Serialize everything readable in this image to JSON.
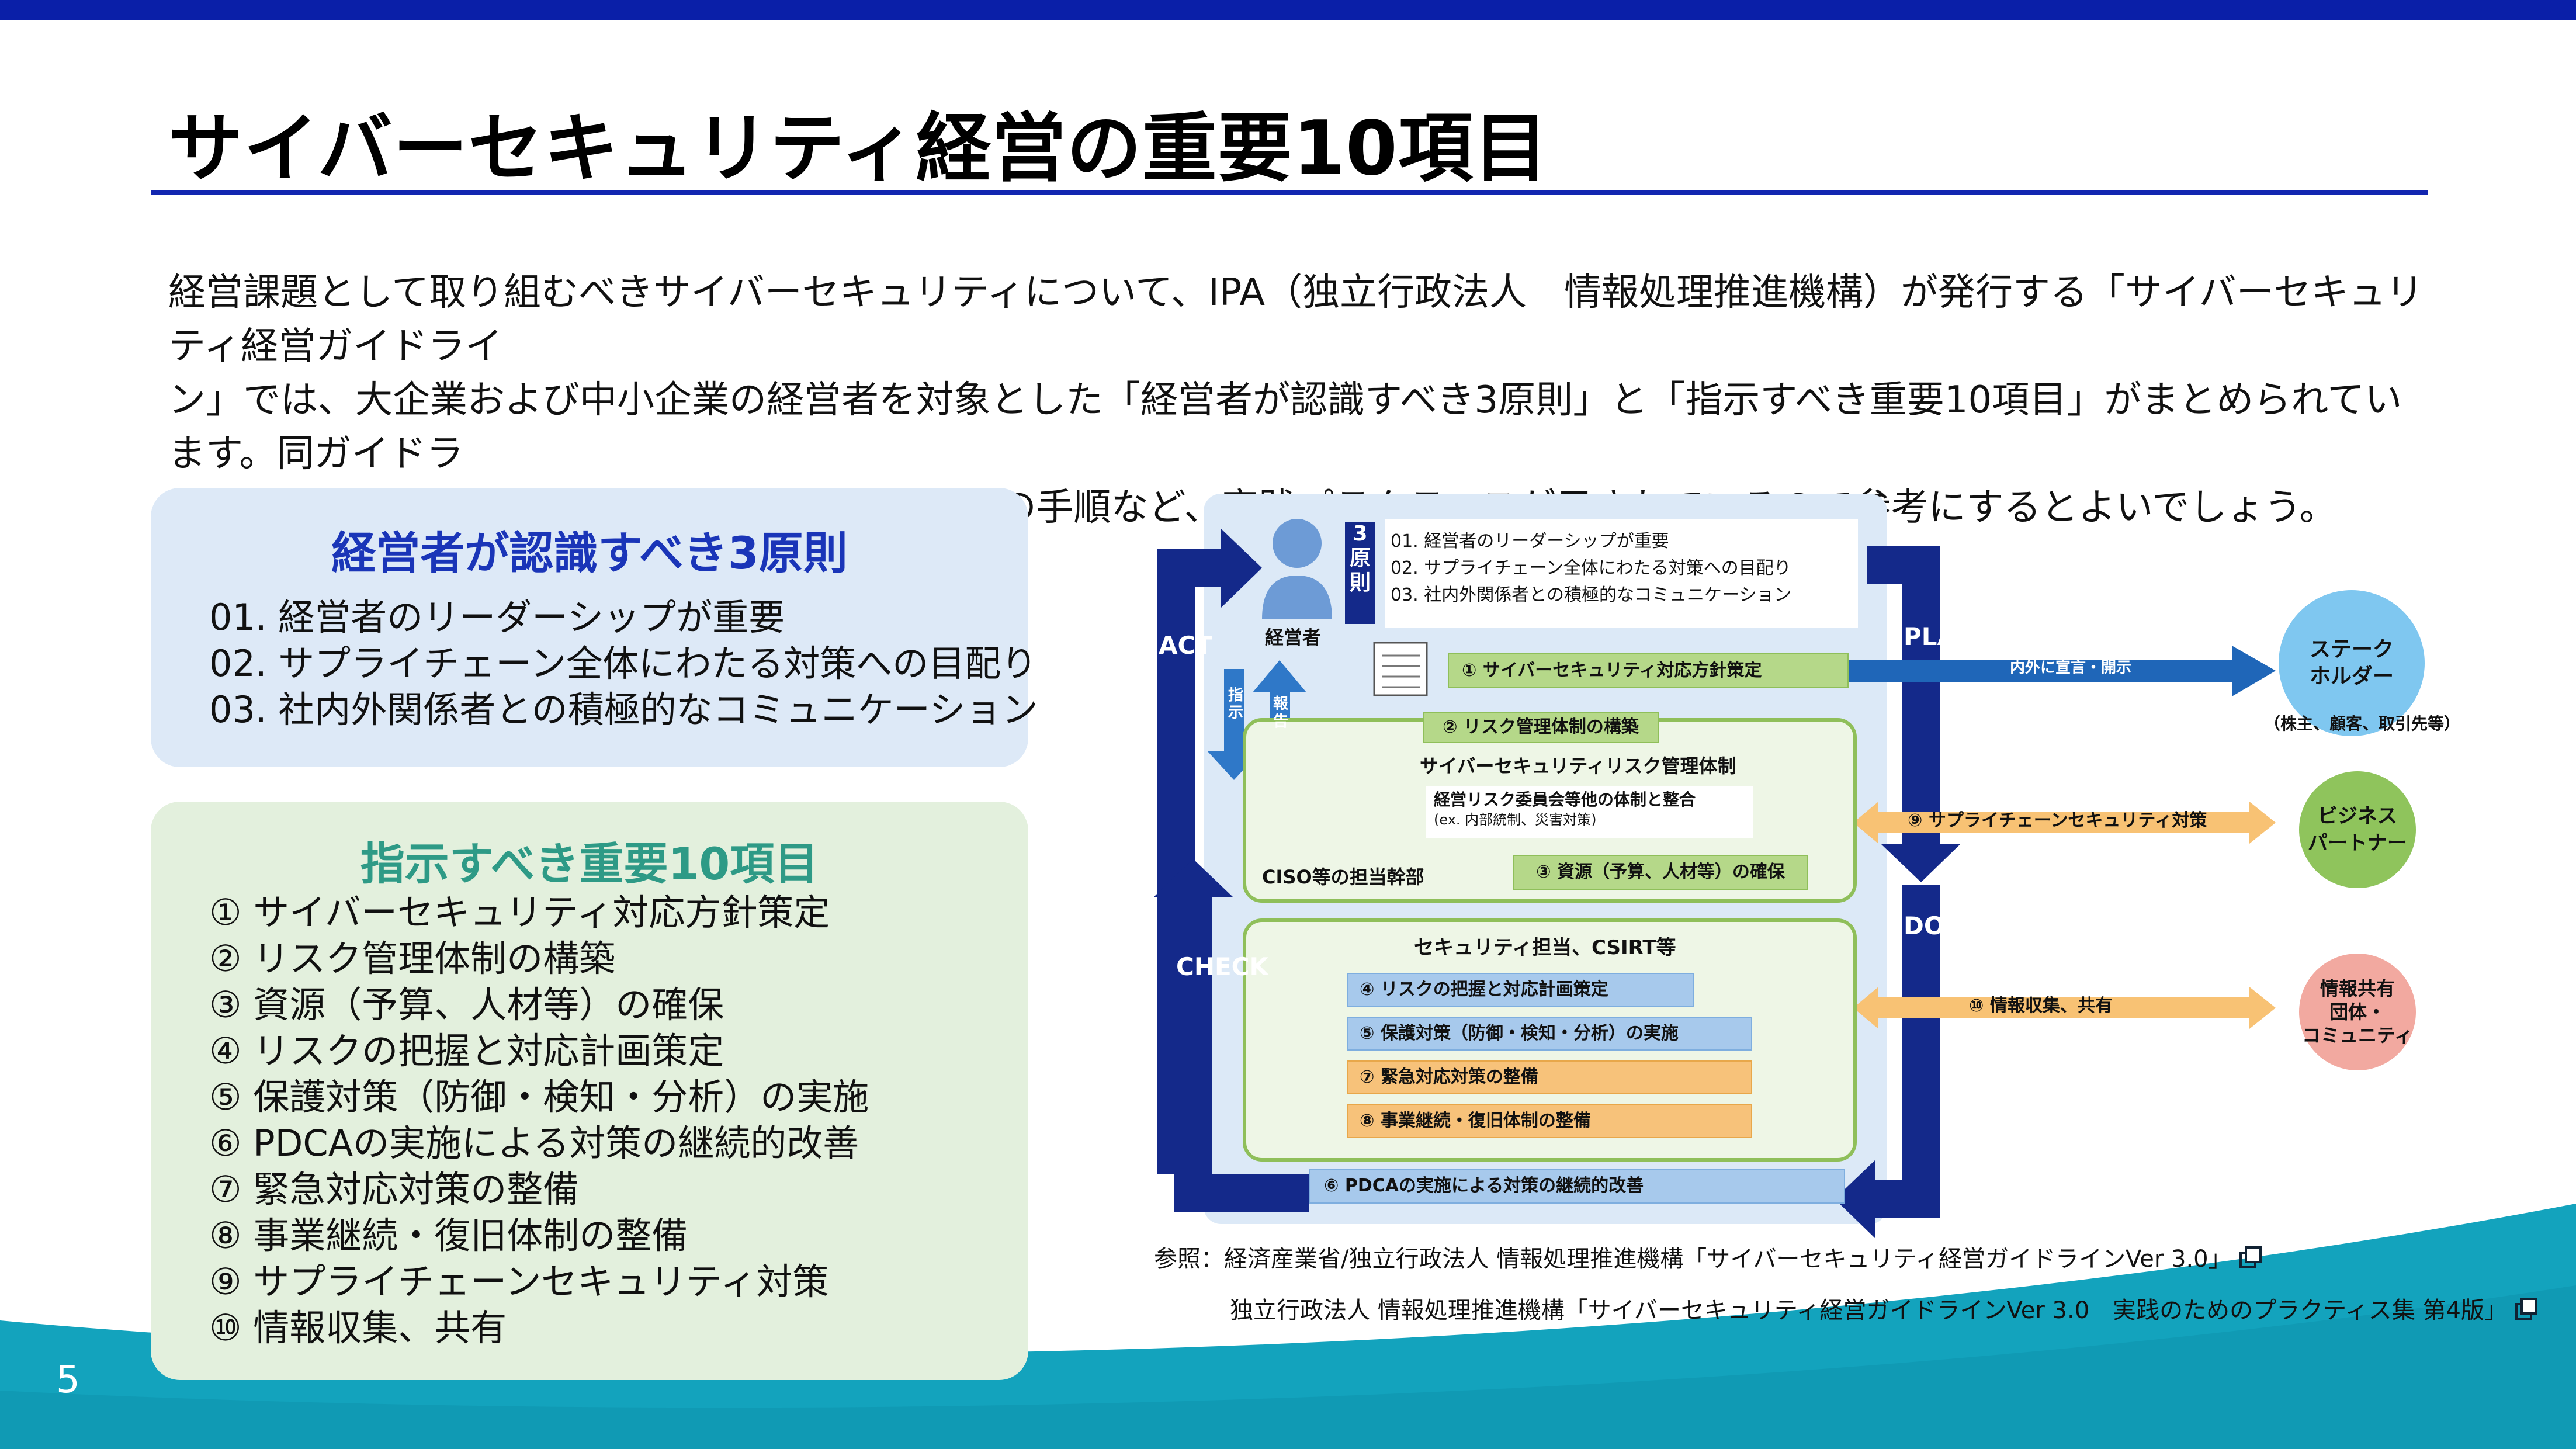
{
  "page": {
    "title": "サイバーセキュリティ経営の重要10項目",
    "intro_lines": [
      "経営課題として取り組むべきサイバーセキュリティについて、IPA（独立行政法人　情報処理推進機構）が発行する「サイバーセキュリティ経営ガイドライ",
      "ン」では、大企業および中小企業の経営者を対象とした「経営者が認識すべき3原則」と「指示すべき重要10項目」がまとめられています。同ガイドラ",
      "インではセキュリティ担当者に向けた重要10項目の手順など、実践プラクティスが示されているので参考にするとよいでしょう。"
    ],
    "page_number": "5"
  },
  "principles": {
    "title": "経営者が認識すべき3原則",
    "items": [
      "01. 経営者のリーダーシップが重要",
      "02. サプライチェーン全体にわたる対策への目配り",
      "03. 社内外関係者との積極的なコミュニケーション"
    ]
  },
  "important_items": {
    "title": "指示すべき重要10項目",
    "items": [
      "① サイバーセキュリティ対応方針策定",
      "② リスク管理体制の構築",
      "③ 資源（予算、人材等）の確保",
      "④ リスクの把握と対応計画策定",
      "⑤ 保護対策（防御・検知・分析）の実施",
      "⑥ PDCAの実施による対策の継続的改善",
      "⑦ 緊急対応対策の整備",
      "⑧ 事業継続・復旧体制の整備",
      "⑨ サプライチェーンセキュリティ対策",
      "⑩ 情報収集、共有"
    ]
  },
  "diagram": {
    "executive_label": "経営者",
    "principles_tag": "3原則",
    "principles_items": [
      "01. 経営者のリーダーシップが重要",
      "02. サプライチェーン全体にわたる対策への目配り",
      "03. 社内外関係者との積極的なコミュニケーション"
    ],
    "instruction_label": "指示",
    "report_label": "報告",
    "item1": "① サイバーセキュリティ対応方針策定",
    "item2": "② リスク管理体制の構築",
    "risk_system_title": "サイバーセキュリティリスク管理体制",
    "risk_integration": "経営リスク委員会等他の体制と整合",
    "risk_integration_example": "(ex. 内部統制、災害対策)",
    "ciso_label": "CISO等の担当幹部",
    "item3": "③ 資源（予算、人材等）の確保",
    "csirt_title": "セキュリティ担当、CSIRT等",
    "item4": "④ リスクの把握と対応計画策定",
    "item5": "⑤ 保護対策（防御・検知・分析）の実施",
    "item7": "⑦ 緊急対応対策の整備",
    "item8": "⑧ 事業継続・復旧体制の整備",
    "item6": "⑥ PDCAの実施による対策の継続的改善",
    "item9": "⑨ サプライチェーンセキュリティ対策",
    "item10": "⑩ 情報収集、共有",
    "declare_label": "内外に宣言・開示",
    "act_label": "ACT",
    "check_label": "CHECK",
    "plan_label": "PLAN",
    "do_label": "DO",
    "stakeholder_label": "ステーク\nホルダー",
    "stakeholder_note": "（株主、顧客、取引先等）",
    "partner_label": "ビジネス\nパートナー",
    "community_label": "情報共有\n団体・\nコミュニティ"
  },
  "references": {
    "line1": "参照：経済産業省/独立行政法人 情報処理推進機構「サイバーセキュリティ経営ガイドラインVer 3.0」",
    "line2": "独立行政法人 情報処理推進機構「サイバーセキュリティ経営ガイドラインVer 3.0　実践のためのプラクティス集 第4版」"
  },
  "colors": {
    "accent_navy": "#0a1fa8",
    "arrow_navy": "#14298a",
    "panel_blue": "#dde9f7",
    "panel_green": "#e3f0dd",
    "title_blue": "#1a35b8",
    "title_green": "#2e9a86",
    "teal_wave": "#13a3bd"
  }
}
